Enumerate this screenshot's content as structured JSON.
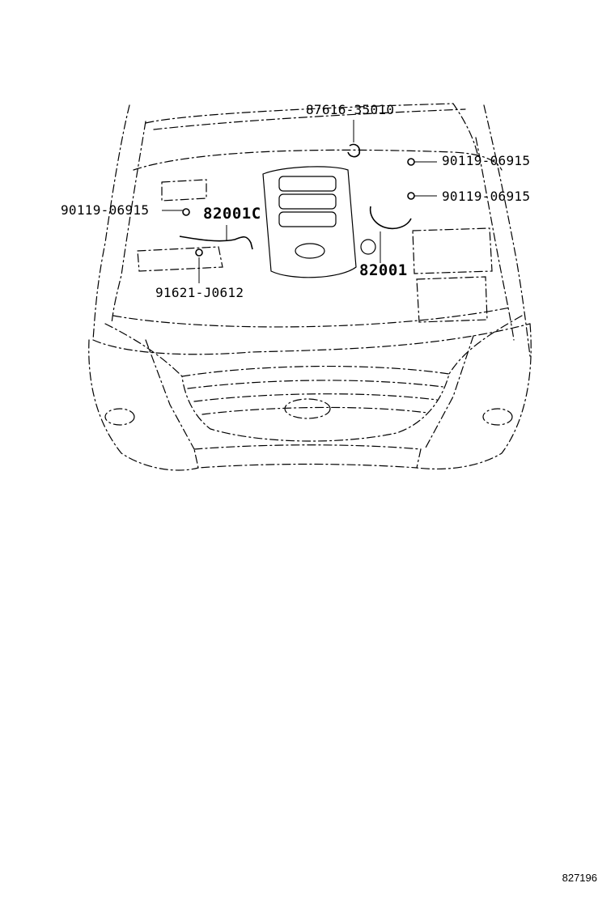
{
  "labels": {
    "part_87616": "87616-35010",
    "part_90119_right_top": "90119-06915",
    "part_90119_right_mid": "90119-06915",
    "part_90119_left": "90119-06915",
    "part_82001C": "82001C",
    "part_82001": "82001",
    "part_91621": "91621-J0612"
  },
  "reference_number": "827196"
}
